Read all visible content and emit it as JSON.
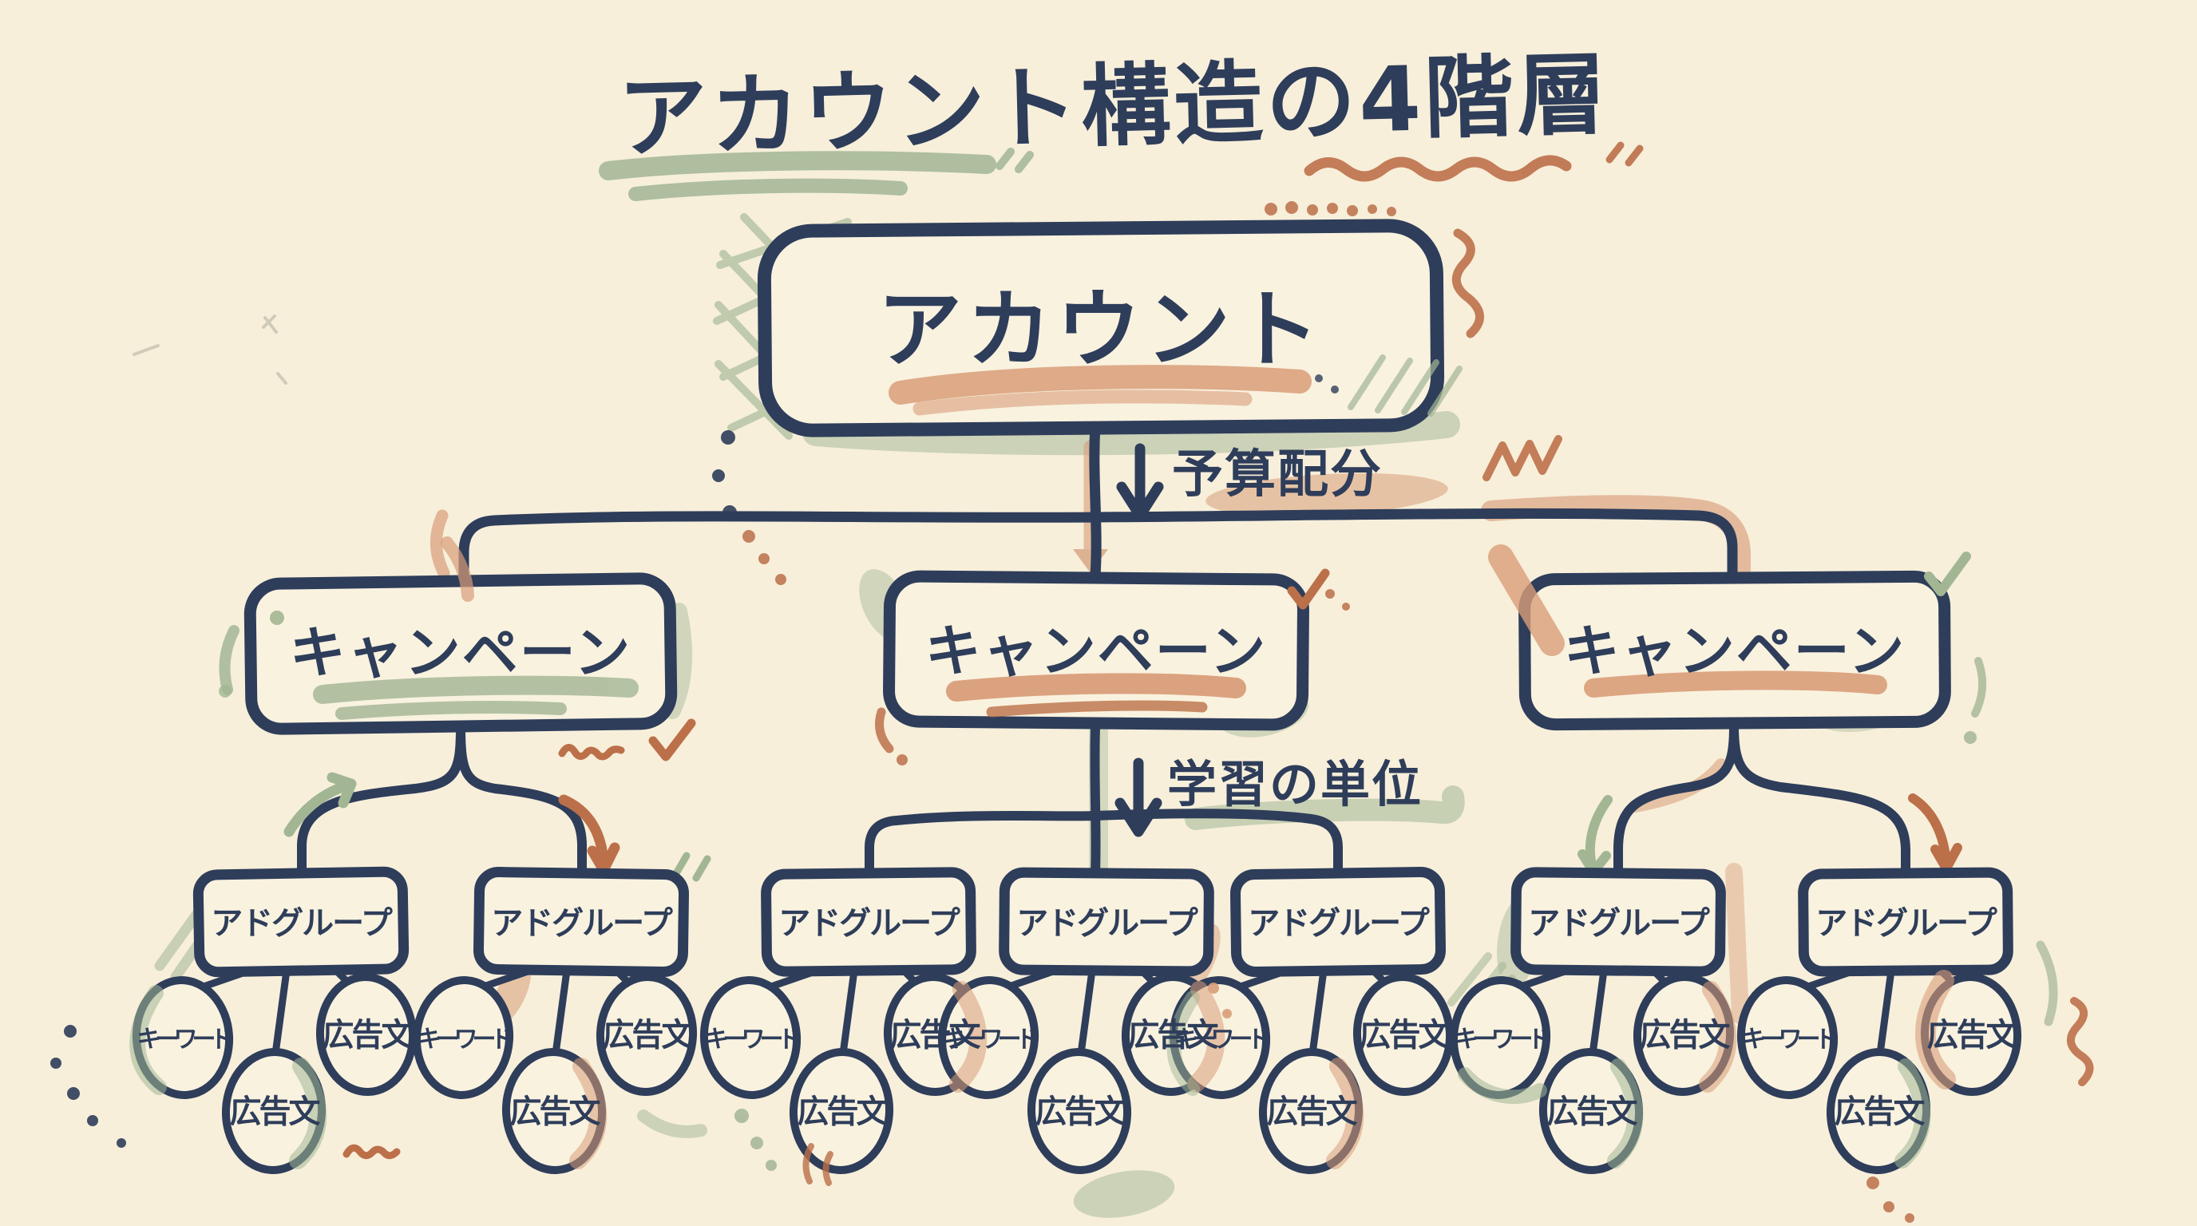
{
  "title": "アカウント構造の4階層",
  "annotations": {
    "budget": "予算配分",
    "learning": "学習の単位"
  },
  "nodes": {
    "account": "アカウント",
    "campaign": "キャンペーン",
    "adgroup": "アドグループ",
    "keyword": "キーワード",
    "ad_copy": "広告文"
  },
  "structure": {
    "hierarchy": [
      "アカウント",
      "キャンペーン",
      "アドグループ",
      "キーワード・広告文"
    ],
    "campaigns": 3,
    "adgroups_per_campaign": [
      2,
      3,
      2
    ],
    "adgroup_children": [
      "キーワード",
      "広告文",
      "広告文"
    ]
  },
  "colors": {
    "background": "#f7efda",
    "ink": "#2e3d5a",
    "sage_green": "#a2b694",
    "terracotta": "#bc7049",
    "salmon": "#d99d79"
  }
}
